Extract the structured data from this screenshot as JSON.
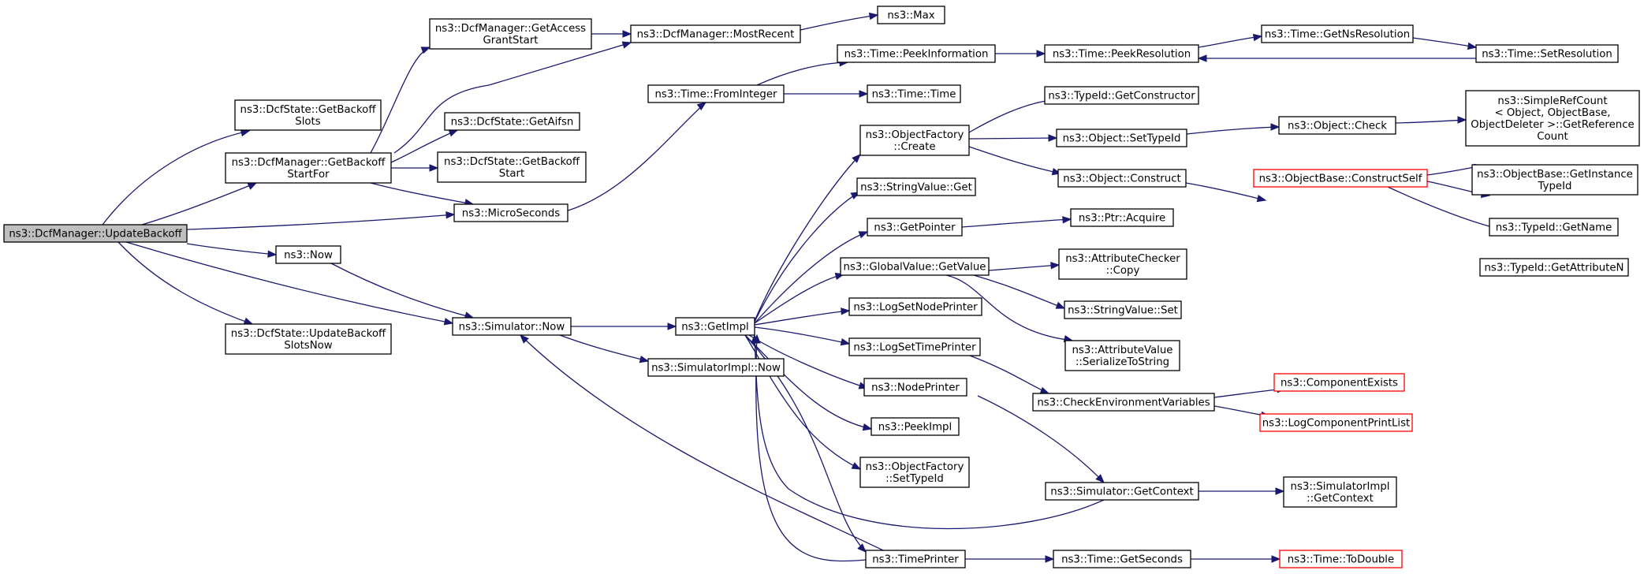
{
  "colors": {
    "edge": "#191970",
    "node_border": "#000000",
    "highlight_border": "#ff0000",
    "root_fill": "#bfbfbf"
  },
  "nodes": {
    "update_backoff": [
      "ns3::DcfManager::UpdateBackoff"
    ],
    "get_access_grant_start": [
      "ns3::DcfManager::GetAccess",
      "GrantStart"
    ],
    "most_recent": [
      "ns3::DcfManager::MostRecent"
    ],
    "max": [
      "ns3::Max"
    ],
    "state_get_backoff_slots": [
      "ns3::DcfState::GetBackoff",
      "Slots"
    ],
    "get_backoff_start_for": [
      "ns3::DcfManager::GetBackoff",
      "StartFor"
    ],
    "get_aifsn": [
      "ns3::DcfState::GetAifsn"
    ],
    "state_get_backoff_start": [
      "ns3::DcfState::GetBackoff",
      "Start"
    ],
    "micro_seconds": [
      "ns3::MicroSeconds"
    ],
    "now": [
      "ns3::Now"
    ],
    "simulator_now": [
      "ns3::Simulator::Now"
    ],
    "update_backoff_slots_now": [
      "ns3::DcfState::UpdateBackoff",
      "SlotsNow"
    ],
    "from_integer": [
      "ns3::Time::FromInteger"
    ],
    "peek_information": [
      "ns3::Time::PeekInformation"
    ],
    "time_time": [
      "ns3::Time::Time"
    ],
    "peek_resolution": [
      "ns3::Time::PeekResolution"
    ],
    "get_ns_resolution": [
      "ns3::Time::GetNsResolution"
    ],
    "set_resolution": [
      "ns3::Time::SetResolution"
    ],
    "get_impl": [
      "ns3::GetImpl"
    ],
    "simulator_impl_now": [
      "ns3::SimulatorImpl::Now"
    ],
    "object_factory_create": [
      "ns3::ObjectFactory",
      "::Create"
    ],
    "string_value_get": [
      "ns3::StringValue::Get"
    ],
    "get_pointer": [
      "ns3::GetPointer"
    ],
    "global_value_get_value": [
      "ns3::GlobalValue::GetValue"
    ],
    "log_set_node_printer": [
      "ns3::LogSetNodePrinter"
    ],
    "log_set_time_printer": [
      "ns3::LogSetTimePrinter"
    ],
    "node_printer": [
      "ns3::NodePrinter"
    ],
    "peek_impl": [
      "ns3::PeekImpl"
    ],
    "object_factory_set_type_id": [
      "ns3::ObjectFactory",
      "::SetTypeId"
    ],
    "time_printer": [
      "ns3::TimePrinter"
    ],
    "type_id_get_constructor": [
      "ns3::TypeId::GetConstructor"
    ],
    "object_set_type_id": [
      "ns3::Object::SetTypeId"
    ],
    "object_construct": [
      "ns3::Object::Construct"
    ],
    "object_check": [
      "ns3::Object::Check"
    ],
    "simple_ref_count": [
      "ns3::SimpleRefCount",
      "< Object, ObjectBase,",
      " ObjectDeleter >::GetReference",
      "Count"
    ],
    "construct_self": [
      "ns3::ObjectBase::ConstructSelf"
    ],
    "get_instance_type_id": [
      "ns3::ObjectBase::GetInstance",
      "TypeId"
    ],
    "type_id_get_name": [
      "ns3::TypeId::GetName"
    ],
    "type_id_get_attribute_n": [
      "ns3::TypeId::GetAttributeN"
    ],
    "ptr_acquire": [
      "ns3::Ptr::Acquire"
    ],
    "attribute_checker_copy": [
      "ns3::AttributeChecker",
      "::Copy"
    ],
    "string_value_set": [
      "ns3::StringValue::Set"
    ],
    "attribute_value_serialize": [
      "ns3::AttributeValue",
      "::SerializeToString"
    ],
    "check_environment_variables": [
      "ns3::CheckEnvironmentVariables"
    ],
    "component_exists": [
      "ns3::ComponentExists"
    ],
    "log_component_print_list": [
      "ns3::LogComponentPrintList"
    ],
    "simulator_get_context": [
      "ns3::Simulator::GetContext"
    ],
    "simulator_impl_get_context": [
      "ns3::SimulatorImpl",
      "::GetContext"
    ],
    "time_get_seconds": [
      "ns3::Time::GetSeconds"
    ],
    "time_to_double": [
      "ns3::Time::ToDouble"
    ]
  }
}
